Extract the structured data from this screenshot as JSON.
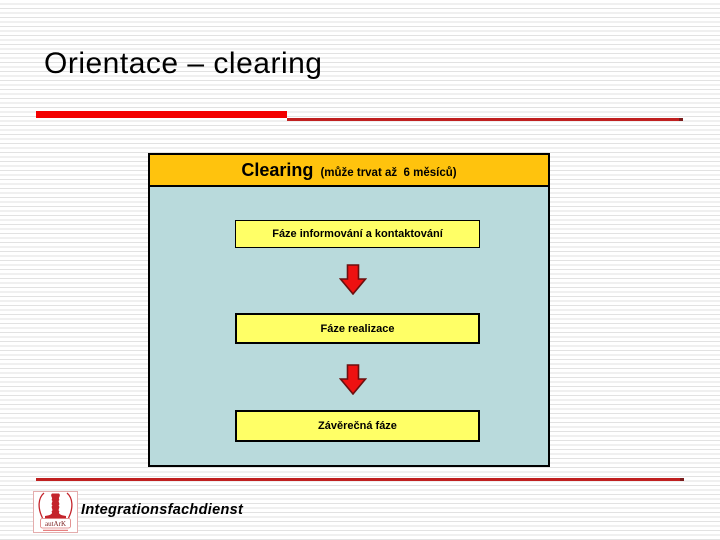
{
  "slide": {
    "title": "Orientace – clearing"
  },
  "diagram": {
    "header": {
      "title": "Clearing",
      "subtitle": "(může trvat až  6 měsíců)"
    },
    "phases": [
      {
        "label": "Fáze informování a kontaktování"
      },
      {
        "label": "Fáze realizace"
      },
      {
        "label": "Závěrečná fáze"
      }
    ],
    "arrow_icon": "down-block-arrow"
  },
  "footer": {
    "logo_text": "autArK",
    "org_name": "Integrationsfachdienst"
  },
  "colors": {
    "header_bg": "#FFC30D",
    "body_bg": "#B9DADC",
    "phase_bg": "#FFFF66",
    "arrow_fill": "#EE1111",
    "arrow_outline": "#6B0F0F",
    "bar_red": "#F30000",
    "line_red": "#C02020",
    "logo_red": "#C4242B"
  }
}
